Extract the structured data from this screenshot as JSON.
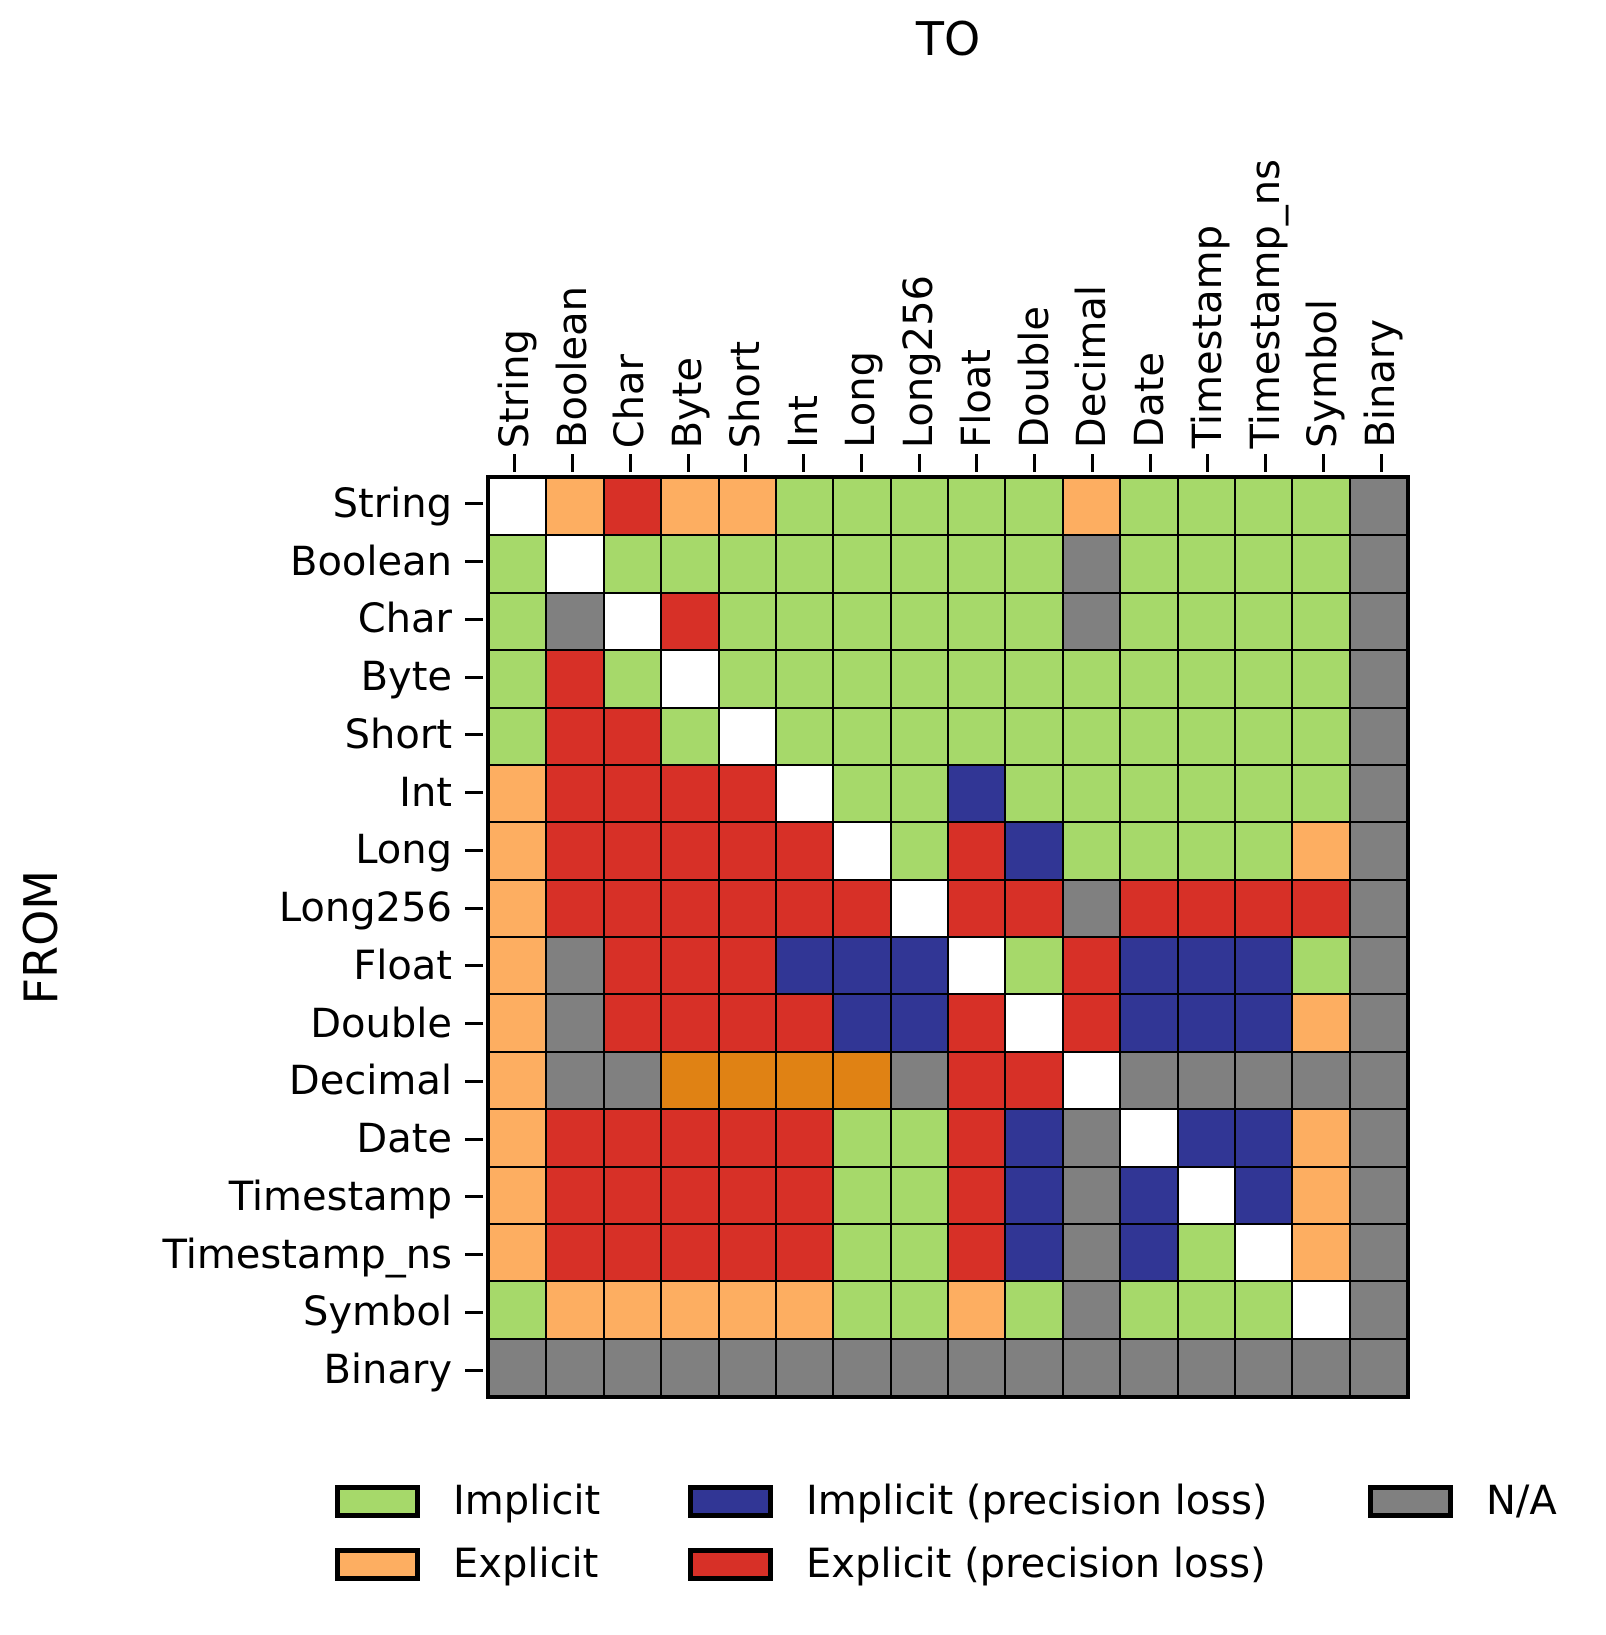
{
  "chart_data": {
    "type": "heatmap",
    "title_top": "TO",
    "title_left": "FROM",
    "categories": [
      "String",
      "Boolean",
      "Char",
      "Byte",
      "Short",
      "Int",
      "Long",
      "Long256",
      "Float",
      "Double",
      "Decimal",
      "Date",
      "Timestamp",
      "Timestamp_ns",
      "Symbol",
      "Binary"
    ],
    "value_colors": {
      "I": "#a6d96a",
      "E": "#fdae61",
      "ED": "#e08214",
      "IP": "#313695",
      "EP": "#d73027",
      "NA": "#808080",
      "S": "#ffffff"
    },
    "rows": [
      {
        "from": "String",
        "values": [
          "S",
          "E",
          "EP",
          "E",
          "E",
          "I",
          "I",
          "I",
          "I",
          "I",
          "E",
          "I",
          "I",
          "I",
          "I",
          "NA"
        ]
      },
      {
        "from": "Boolean",
        "values": [
          "I",
          "S",
          "I",
          "I",
          "I",
          "I",
          "I",
          "I",
          "I",
          "I",
          "NA",
          "I",
          "I",
          "I",
          "I",
          "NA"
        ]
      },
      {
        "from": "Char",
        "values": [
          "I",
          "NA",
          "S",
          "EP",
          "I",
          "I",
          "I",
          "I",
          "I",
          "I",
          "NA",
          "I",
          "I",
          "I",
          "I",
          "NA"
        ]
      },
      {
        "from": "Byte",
        "values": [
          "I",
          "EP",
          "I",
          "S",
          "I",
          "I",
          "I",
          "I",
          "I",
          "I",
          "I",
          "I",
          "I",
          "I",
          "I",
          "NA"
        ]
      },
      {
        "from": "Short",
        "values": [
          "I",
          "EP",
          "EP",
          "I",
          "S",
          "I",
          "I",
          "I",
          "I",
          "I",
          "I",
          "I",
          "I",
          "I",
          "I",
          "NA"
        ]
      },
      {
        "from": "Int",
        "values": [
          "E",
          "EP",
          "EP",
          "EP",
          "EP",
          "S",
          "I",
          "I",
          "IP",
          "I",
          "I",
          "I",
          "I",
          "I",
          "I",
          "NA"
        ]
      },
      {
        "from": "Long",
        "values": [
          "E",
          "EP",
          "EP",
          "EP",
          "EP",
          "EP",
          "S",
          "I",
          "EP",
          "IP",
          "I",
          "I",
          "I",
          "I",
          "E",
          "NA"
        ]
      },
      {
        "from": "Long256",
        "values": [
          "E",
          "EP",
          "EP",
          "EP",
          "EP",
          "EP",
          "EP",
          "S",
          "EP",
          "EP",
          "NA",
          "EP",
          "EP",
          "EP",
          "EP",
          "NA"
        ]
      },
      {
        "from": "Float",
        "values": [
          "E",
          "NA",
          "EP",
          "EP",
          "EP",
          "IP",
          "IP",
          "IP",
          "S",
          "I",
          "EP",
          "IP",
          "IP",
          "IP",
          "I",
          "NA"
        ]
      },
      {
        "from": "Double",
        "values": [
          "E",
          "NA",
          "EP",
          "EP",
          "EP",
          "EP",
          "IP",
          "IP",
          "EP",
          "S",
          "EP",
          "IP",
          "IP",
          "IP",
          "E",
          "NA"
        ]
      },
      {
        "from": "Decimal",
        "values": [
          "E",
          "NA",
          "NA",
          "ED",
          "ED",
          "ED",
          "ED",
          "NA",
          "EP",
          "EP",
          "S",
          "NA",
          "NA",
          "NA",
          "NA",
          "NA"
        ]
      },
      {
        "from": "Date",
        "values": [
          "E",
          "EP",
          "EP",
          "EP",
          "EP",
          "EP",
          "I",
          "I",
          "EP",
          "IP",
          "NA",
          "S",
          "IP",
          "IP",
          "E",
          "NA"
        ]
      },
      {
        "from": "Timestamp",
        "values": [
          "E",
          "EP",
          "EP",
          "EP",
          "EP",
          "EP",
          "I",
          "I",
          "EP",
          "IP",
          "NA",
          "IP",
          "S",
          "IP",
          "E",
          "NA"
        ]
      },
      {
        "from": "Timestamp_ns",
        "values": [
          "E",
          "EP",
          "EP",
          "EP",
          "EP",
          "EP",
          "I",
          "I",
          "EP",
          "IP",
          "NA",
          "IP",
          "I",
          "S",
          "E",
          "NA"
        ]
      },
      {
        "from": "Symbol",
        "values": [
          "I",
          "E",
          "E",
          "E",
          "E",
          "E",
          "I",
          "I",
          "E",
          "I",
          "NA",
          "I",
          "I",
          "I",
          "S",
          "NA"
        ]
      },
      {
        "from": "Binary",
        "values": [
          "NA",
          "NA",
          "NA",
          "NA",
          "NA",
          "NA",
          "NA",
          "NA",
          "NA",
          "NA",
          "NA",
          "NA",
          "NA",
          "NA",
          "NA",
          "NA"
        ]
      }
    ],
    "legend": [
      {
        "label": "Implicit",
        "key": "I"
      },
      {
        "label": "Explicit",
        "key": "E"
      },
      {
        "label": "Implicit (precision loss)",
        "key": "IP"
      },
      {
        "label": "Explicit (precision loss)",
        "key": "EP"
      },
      {
        "label": "N/A",
        "key": "NA"
      }
    ],
    "layout": {
      "grid": "off",
      "legend_position": "bottom",
      "x_axis": "TO",
      "y_axis": "FROM"
    }
  }
}
